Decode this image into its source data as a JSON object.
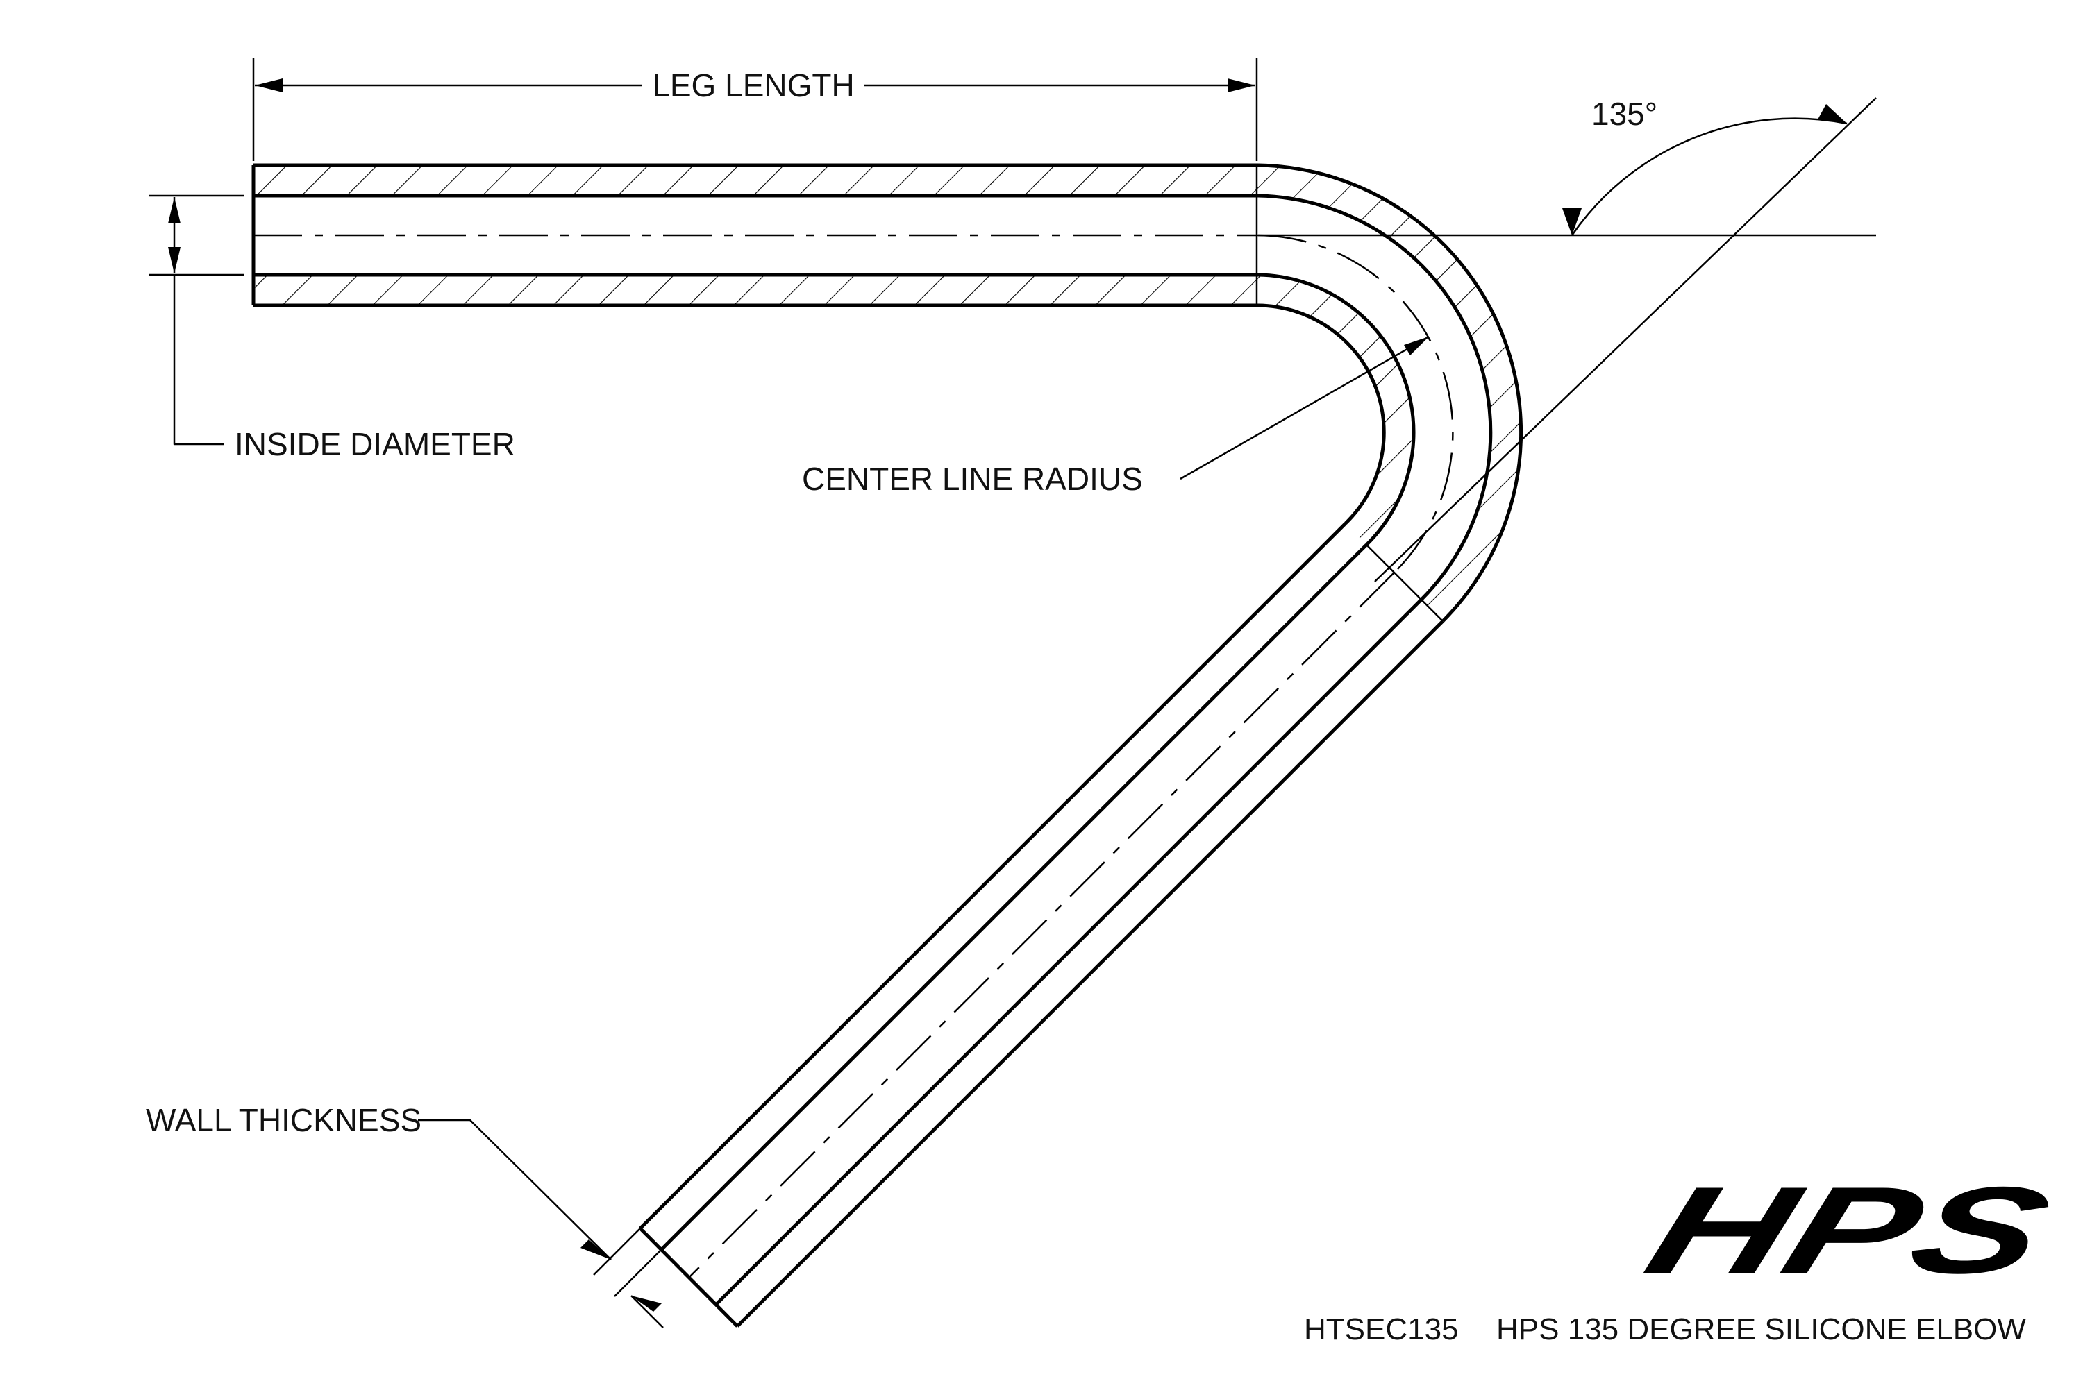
{
  "labels": {
    "leg_length": "LEG LENGTH",
    "angle": "135°",
    "inside_diameter": "INSIDE DIAMETER",
    "center_line_radius": "CENTER LINE RADIUS",
    "wall_thickness": "WALL THICKNESS"
  },
  "logo": {
    "text": "HPS"
  },
  "caption": {
    "part_number": "HTSEC135",
    "description": "HPS 135 DEGREE SILICONE ELBOW"
  }
}
